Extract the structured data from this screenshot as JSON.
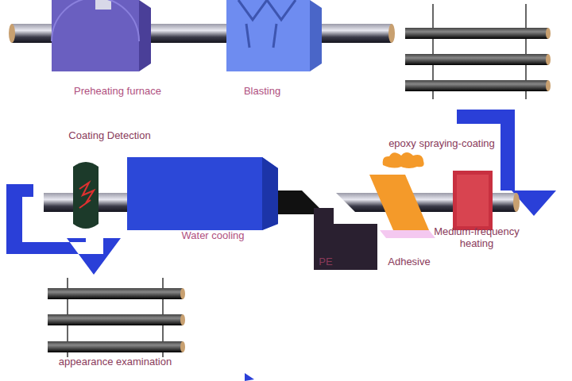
{
  "diagram": {
    "labels": [
      "Preheating furnace",
      "Blasting",
      "Coating Detection",
      "epoxy spraying-coating",
      "Water cooling",
      "PE",
      "Adhesive",
      "Medium-frequency heating",
      "appearance examination"
    ]
  }
}
